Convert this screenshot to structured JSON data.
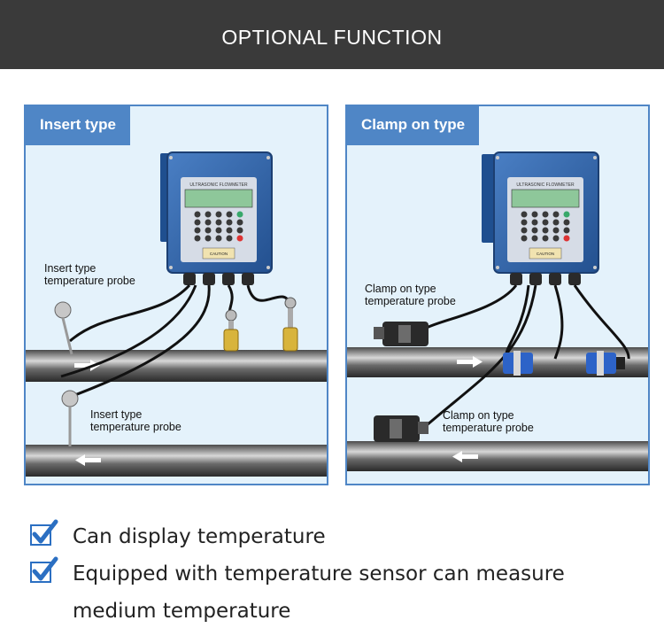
{
  "header": {
    "title": "OPTIONAL FUNCTION"
  },
  "panels": [
    {
      "tab": "Insert type",
      "device_label": "ULTRASONIC FLOWMETER",
      "caution": "CAUTION",
      "labels": [
        "Insert type\ntemperature probe",
        "Insert type\ntemperature probe"
      ]
    },
    {
      "tab": "Clamp on type",
      "device_label": "ULTRASONIC FLOWMETER",
      "caution": "CAUTION",
      "labels": [
        "Clamp on type\ntemperature probe",
        "Clamp on type\ntemperature probe"
      ]
    }
  ],
  "features": [
    {
      "icon": "checkmark-icon",
      "text": "Can display temperature"
    },
    {
      "icon": "checkmark-icon",
      "text": "Equipped with temperature sensor can measure medium temperature"
    }
  ],
  "colors": {
    "banner": "#3a3a3a",
    "accent": "#4f86c6",
    "panel_bg": "#e4f2fb",
    "device": "#2f63a8",
    "check": "#2b6fc2"
  }
}
